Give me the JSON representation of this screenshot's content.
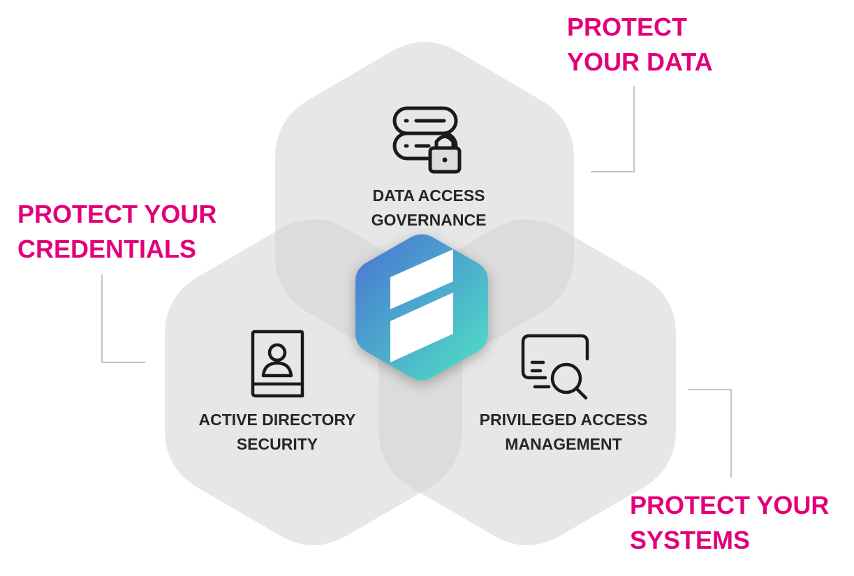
{
  "callouts": {
    "data": {
      "line1": "PROTECT",
      "line2": "YOUR DATA"
    },
    "credentials": {
      "line1": "PROTECT YOUR",
      "line2": "CREDENTIALS"
    },
    "systems": {
      "line1": "PROTECT YOUR",
      "line2": "SYSTEMS"
    }
  },
  "pillars": {
    "data_access": {
      "line1": "DATA ACCESS",
      "line2": "GOVERNANCE",
      "icon": "database-lock-icon"
    },
    "active_directory": {
      "line1": "ACTIVE DIRECTORY",
      "line2": "SECURITY",
      "icon": "contact-book-icon"
    },
    "privileged_access": {
      "line1": "PRIVILEGED ACCESS",
      "line2": "MANAGEMENT",
      "icon": "monitor-search-icon"
    }
  },
  "logo": {
    "icon": "brand-hexagon-logo"
  },
  "colors": {
    "accent": "#e2007a",
    "hexagon_fill": "#d3d3d3",
    "label_text": "#262626",
    "icon_stroke": "#1a1a1a",
    "leader_line": "#b0b0b0",
    "logo_gradient_start": "#4a72d4",
    "logo_gradient_end": "#4fe3c4"
  }
}
